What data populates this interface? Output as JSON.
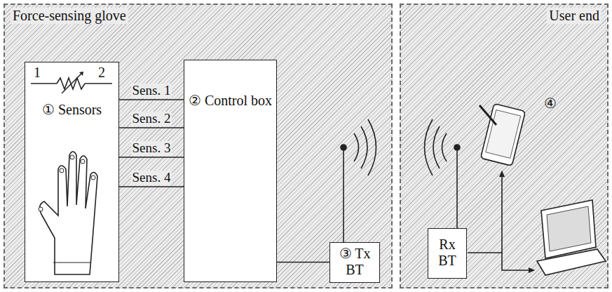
{
  "diagram": {
    "nodes": [
      {
        "text": [
          "Force-sensing glove"
        ]
      },
      {
        "text": [
          "User end"
        ]
      },
      {
        "text": [
          "① Sensors"
        ],
        "in": 0
      },
      {
        "text": [
          "② Control box"
        ],
        "in": 0
      },
      {
        "text": [
          "③ Tx BT"
        ],
        "in": 0
      },
      {
        "text": [
          "Rx BT"
        ],
        "in": 1
      }
    ],
    "edges": [
      {
        "from": 2,
        "to": 3,
        "label": "Sens. 1",
        "arrow": "none"
      },
      {
        "from": 2,
        "to": 3,
        "label": "Sens. 2",
        "arrow": "none"
      },
      {
        "from": 2,
        "to": 3,
        "label": "Sens. 3",
        "arrow": "none"
      },
      {
        "from": 2,
        "to": 3,
        "label": "Sens. 4",
        "arrow": "none"
      },
      {
        "from": 3,
        "to": 4,
        "arrow": "none"
      }
    ],
    "labels": [
      "1",
      "2",
      "④"
    ]
  }
}
